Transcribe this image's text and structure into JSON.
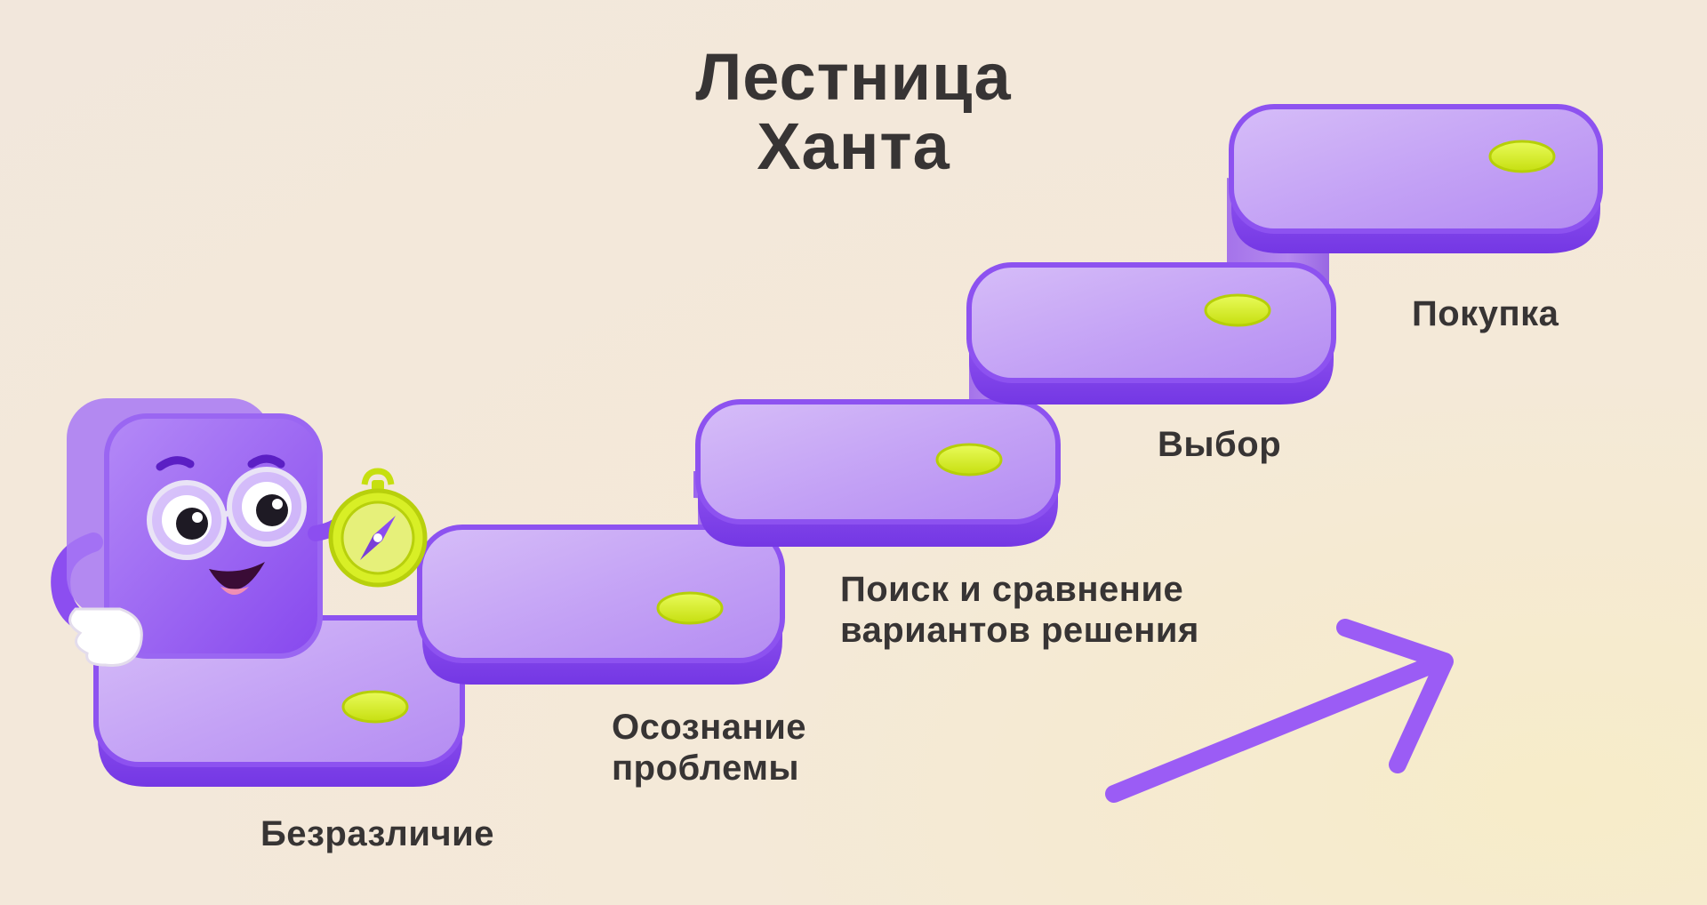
{
  "title": {
    "line1": "Лестница",
    "line2": "Ханта"
  },
  "steps": [
    {
      "line1": "Безразличие",
      "line2": ""
    },
    {
      "line1": "Осознание",
      "line2": "проблемы"
    },
    {
      "line1": "Поиск и сравнение",
      "line2": "вариантов решения"
    },
    {
      "line1": "Выбор",
      "line2": ""
    },
    {
      "line1": "Покупка",
      "line2": ""
    }
  ],
  "colors": {
    "background": "#f2e7dc",
    "text": "#373434",
    "step_top": "#c5a4f5",
    "step_side": "#8a4df0",
    "step_edge": "#7a3ae6",
    "coin": "#d8ef26",
    "arrow": "#9b5cf5"
  },
  "icons": {
    "mascot": "purple-cube-mascot-with-glasses",
    "compass": "compass-icon",
    "arrow": "arrow-up-right-icon"
  }
}
